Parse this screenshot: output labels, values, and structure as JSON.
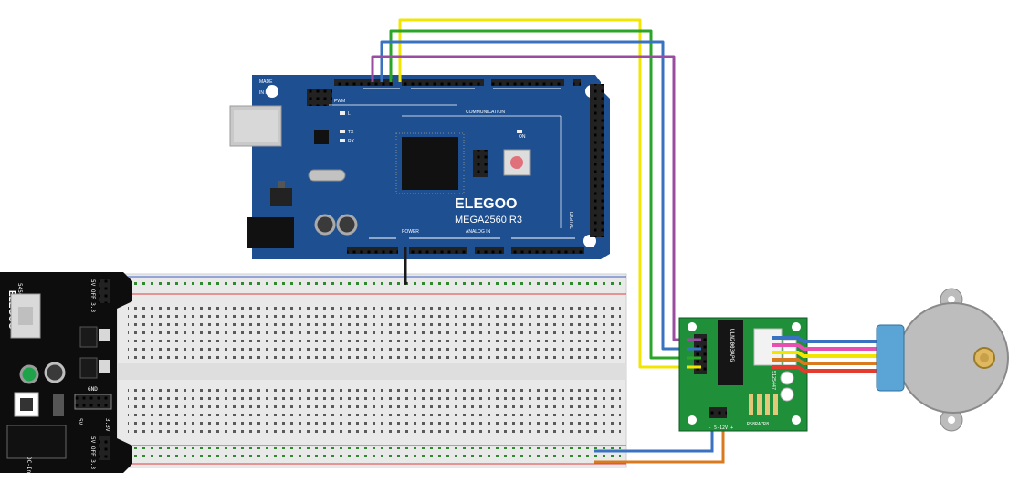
{
  "arduino": {
    "made_label": "MADE",
    "italy_label": "IN ITALY",
    "pwm_label": "PWM",
    "communication_label": "COMMUNICATION",
    "brand": "ELEGOO",
    "model": "MEGA2560  R3",
    "power_label": "POWER",
    "analog_in_label": "ANALOG IN",
    "digital_label": "DIGITAL",
    "tx_label": "TX",
    "rx_label": "RX",
    "l_label": "L",
    "on_label": "ON"
  },
  "power_module": {
    "brand": "ELEGOO",
    "model": "545043",
    "top_switch_label": "5V OFF 3.3",
    "bottom_switch_label": "5V OFF 3.3",
    "gnd_label": "GND",
    "v5_label": "5V",
    "v33_label": "3.3V",
    "dc_label": "DC-In"
  },
  "driver_board": {
    "chip_label": "ULN2003APG",
    "resistor_label": "RS8RA7R8",
    "part_label": "5125447",
    "power_label": "- 5-12V +"
  },
  "colors": {
    "board_blue": "#1d4f91",
    "pcb_green": "#1f8f3a",
    "wire_yellow": "#f2e600",
    "wire_green": "#2aa52a",
    "wire_blue": "#3a72c2",
    "wire_purple": "#9a4da0",
    "wire_orange": "#d97a1f",
    "wire_red": "#e53b2f",
    "wire_pink": "#e84fb0"
  }
}
